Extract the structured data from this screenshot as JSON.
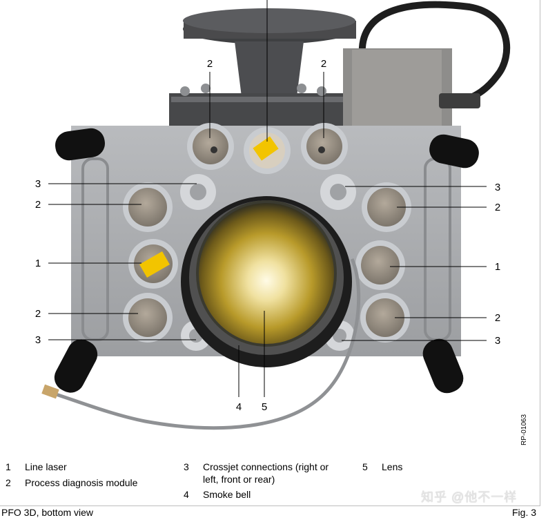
{
  "figure": {
    "callouts": {
      "top_unlabeled": "",
      "c2_top_left": "2",
      "c2_top_right": "2",
      "c3_upper_left": "3",
      "c3_upper_right": "3",
      "c2_mid_left": "2",
      "c2_mid_right": "2",
      "c1_left": "1",
      "c1_right": "1",
      "c2_low_left": "2",
      "c2_low_right": "2",
      "c3_low_left": "3",
      "c3_low_right": "3",
      "c4_bottom": "4",
      "c5_bottom": "5"
    },
    "ref_code": "RP-01063"
  },
  "legend": [
    {
      "num": "1",
      "text": "Line laser"
    },
    {
      "num": "2",
      "text": "Process diagnosis module"
    },
    {
      "num": "3",
      "text": "Crossjet connections (right or left, front or rear)"
    },
    {
      "num": "4",
      "text": "Smoke bell"
    },
    {
      "num": "5",
      "text": "Lens"
    }
  ],
  "caption": {
    "left": "PFO 3D, bottom view",
    "right": "Fig. 3"
  },
  "watermark": "知乎 @他不一样",
  "colors": {
    "housing": "#a9abae",
    "flange": "#4a4a4c",
    "lens_gold": "#c9a93a",
    "label_yellow": "#f2c400"
  }
}
